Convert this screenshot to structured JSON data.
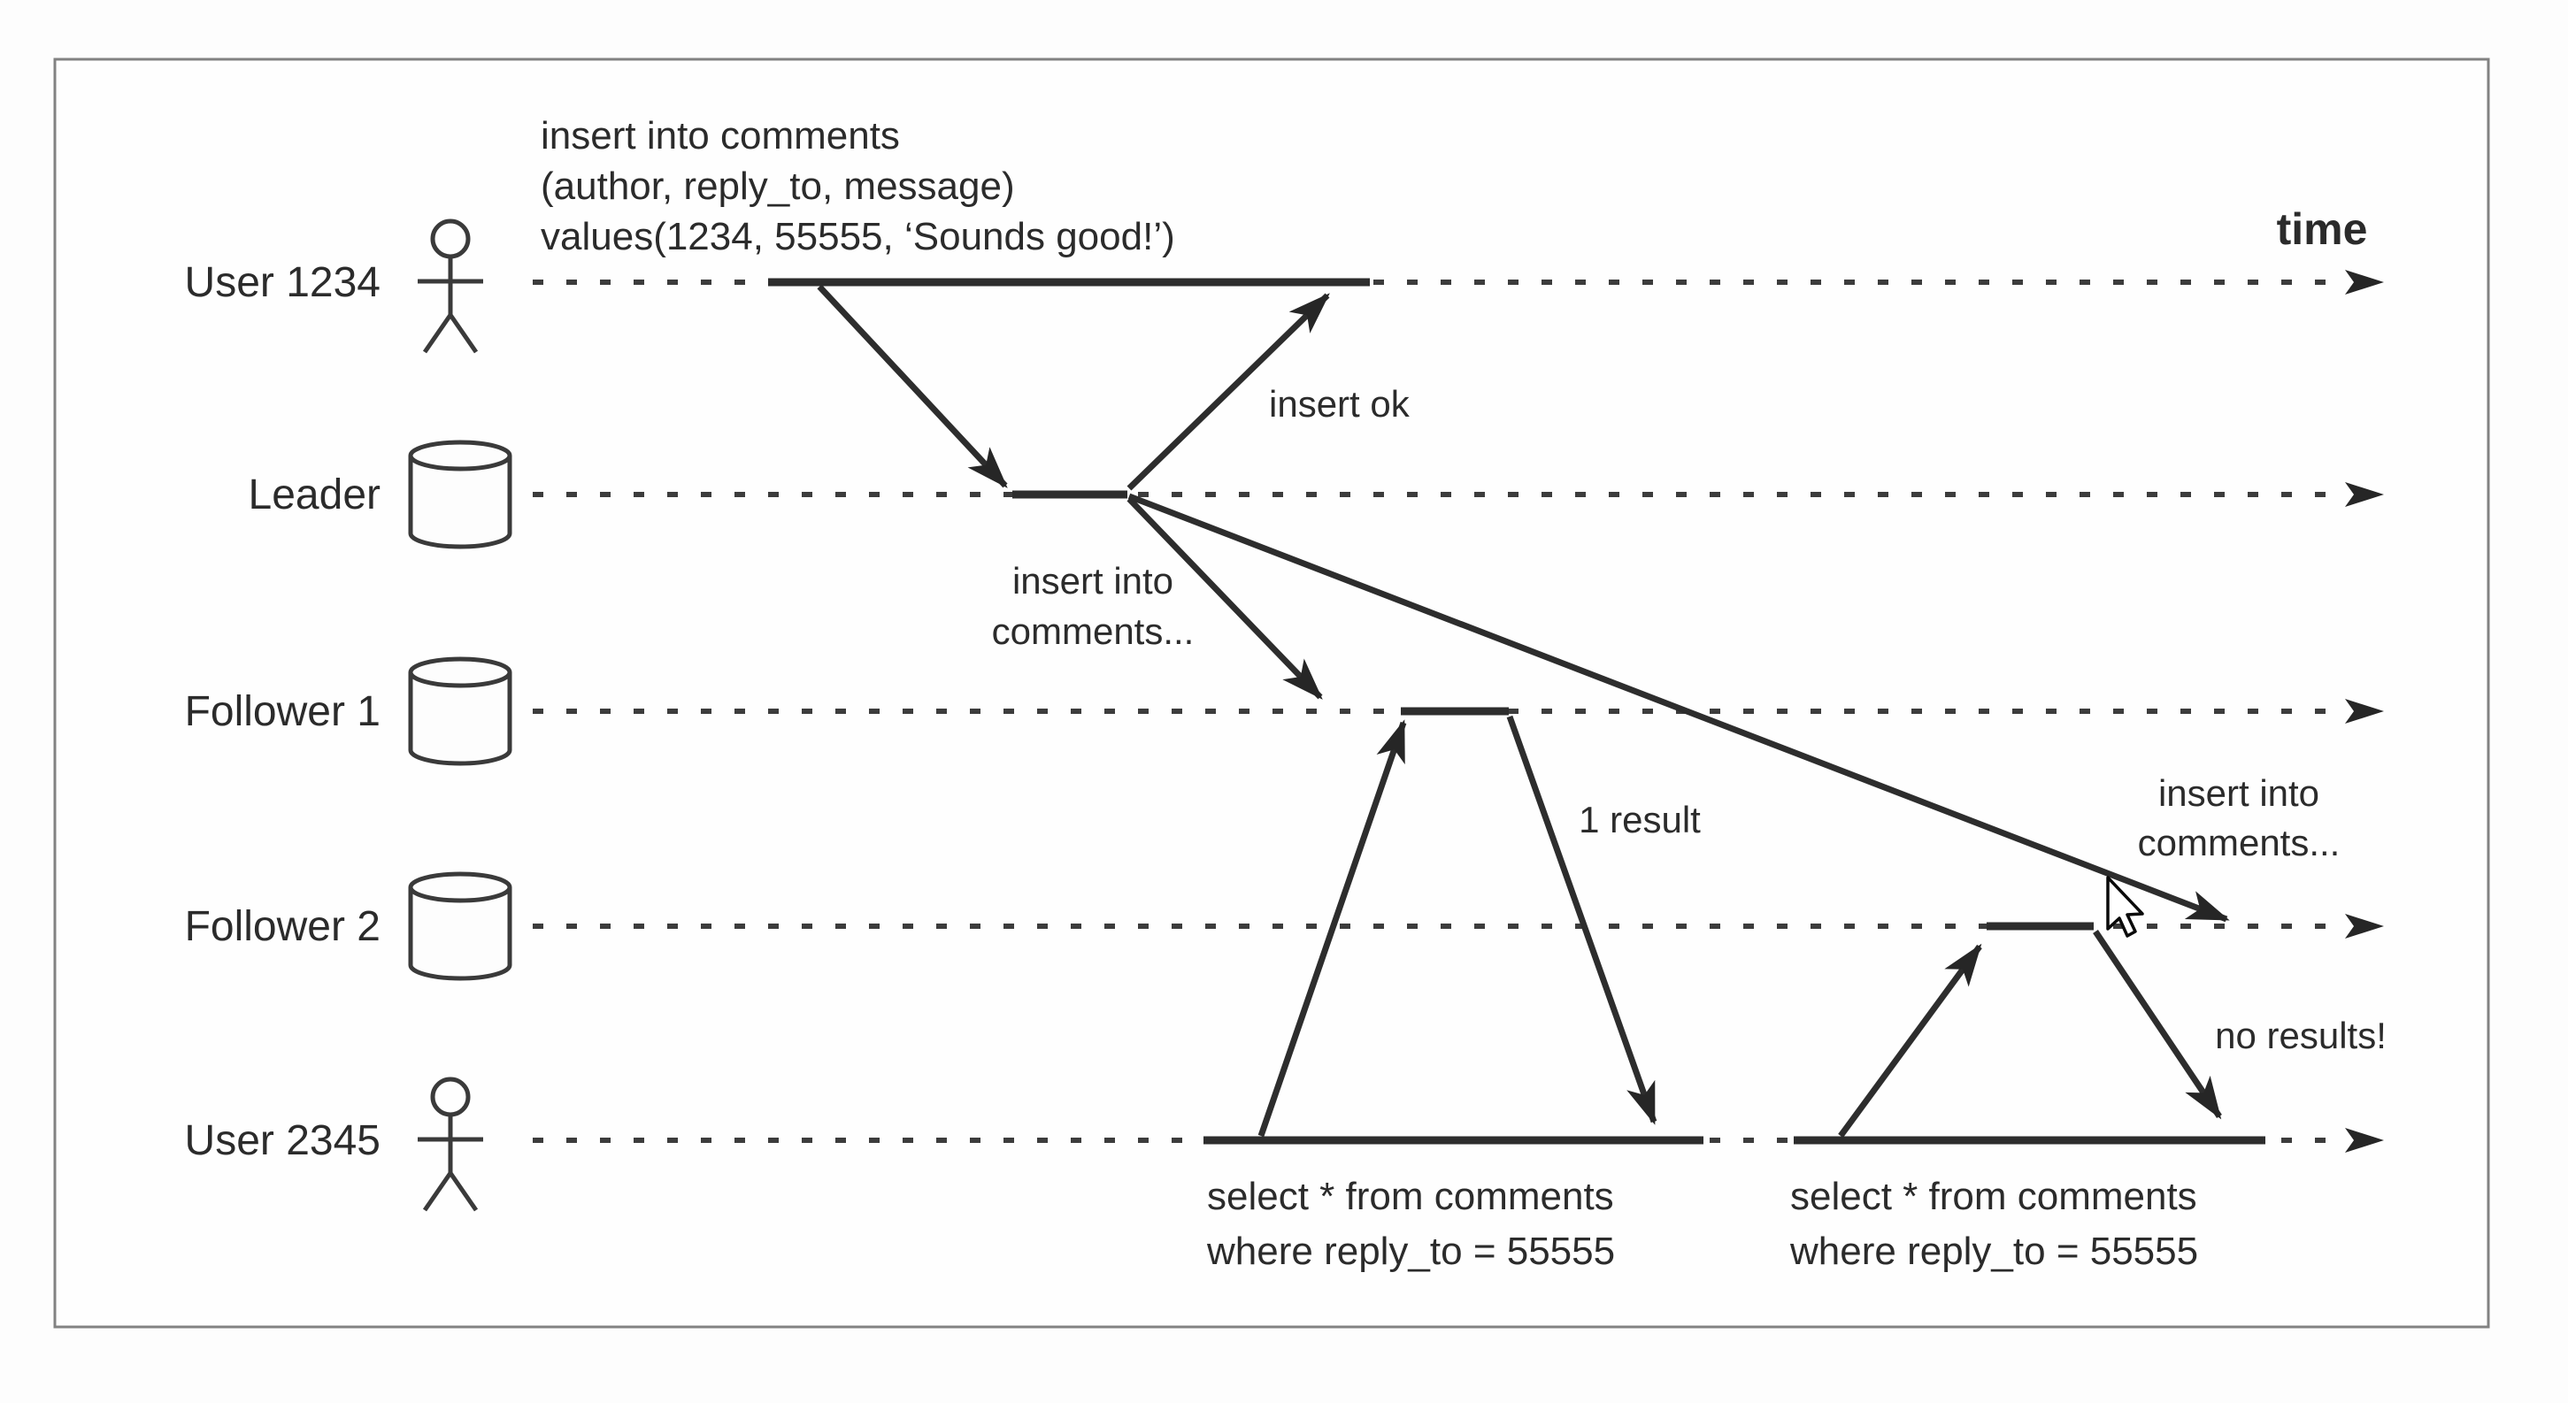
{
  "diagram": {
    "time_label": "time",
    "actors": [
      {
        "name": "User 1234",
        "icon": "stick-figure-person-icon"
      },
      {
        "name": "Leader",
        "icon": "database-cylinder-icon"
      },
      {
        "name": "Follower 1",
        "icon": "database-cylinder-icon"
      },
      {
        "name": "Follower 2",
        "icon": "database-cylinder-icon"
      },
      {
        "name": "User 2345",
        "icon": "stick-figure-person-icon"
      }
    ],
    "write_query": {
      "line1": "insert into comments",
      "line2": "(author, reply_to, message)",
      "line3": "values(1234, 55555, ‘Sounds good!’)"
    },
    "labels": {
      "insert_ok": "insert ok",
      "replicate_to_follower1": {
        "line1": "insert into",
        "line2": "comments..."
      },
      "replicate_to_follower2": {
        "line1": "insert into",
        "line2": "comments..."
      },
      "one_result": "1 result",
      "no_results": "no results!"
    },
    "read_query_follower1": {
      "line1": "select * from comments",
      "line2": "where reply_to = 55555"
    },
    "read_query_follower2": {
      "line1": "select * from comments",
      "line2": "where reply_to = 55555"
    }
  }
}
